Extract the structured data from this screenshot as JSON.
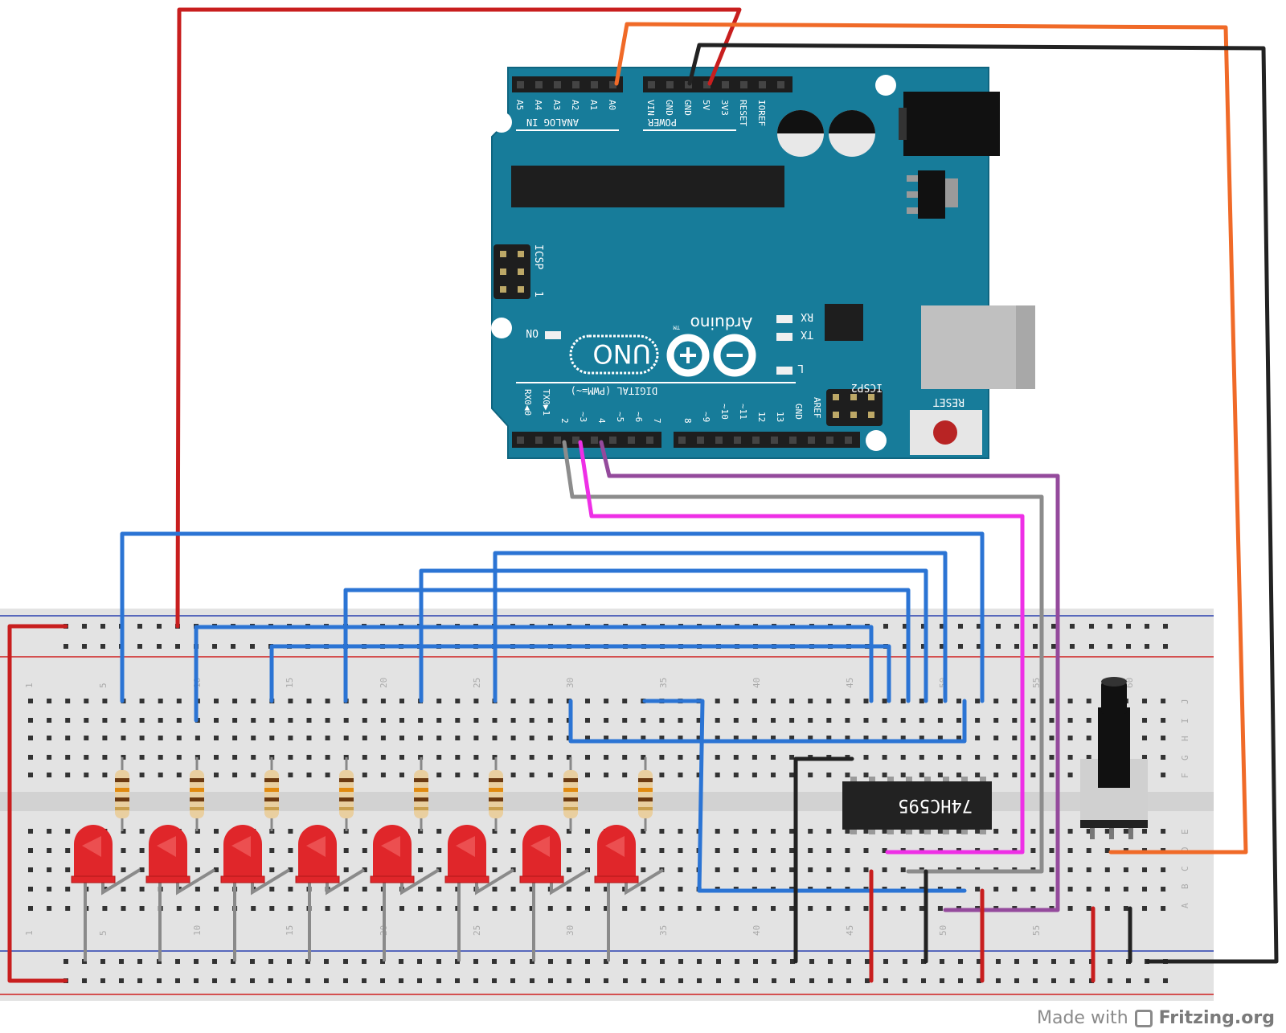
{
  "board": {
    "analog_pins": [
      "A5",
      "A4",
      "A3",
      "A2",
      "A1",
      "A0"
    ],
    "analog_header": "ANALOG IN",
    "power_pins": [
      "VIN",
      "GND",
      "GND",
      "5V",
      "3V3",
      "RESET",
      "IOREF"
    ],
    "power_header": "POWER",
    "icsp_label": "ICSP",
    "icsp_pin1": "1",
    "on_label": "ON",
    "uno_label": "UNO",
    "brand_label": "Arduino",
    "tm_label": "TM",
    "rx_label": "RX",
    "tx_label": "TX",
    "l_label": "L",
    "icsp2_label": "ICSP2",
    "reset_label": "RESET",
    "digital_header": "DIGITAL (PWM=~)",
    "digital_pins": [
      "RX0◀0",
      "TX0▶1",
      "2",
      "~3",
      "4",
      "~5",
      "~6",
      "7",
      "8",
      "~9",
      "~10",
      "~11",
      "12",
      "13",
      "GND",
      "AREF"
    ]
  },
  "chip": {
    "label": "74HC595"
  },
  "breadboard": {
    "column_numbers": [
      "1",
      "5",
      "10",
      "15",
      "20",
      "25",
      "30",
      "35",
      "40",
      "45",
      "50",
      "55",
      "60"
    ],
    "top_row_letters": [
      "J",
      "I",
      "H",
      "G",
      "F"
    ],
    "bottom_row_letters": [
      "E",
      "D",
      "C",
      "B",
      "A"
    ]
  },
  "components": {
    "led_count": 8,
    "resistor_count": 8,
    "led_color": "#e0262a",
    "resistor_color": "#e9cfa0"
  },
  "wire_colors": {
    "red": "#c81e1e",
    "orange": "#f06a28",
    "black": "#222222",
    "blue": "#2b74d4",
    "gray": "#8c8c8c",
    "magenta": "#ee2fe6",
    "purple": "#944a9c"
  },
  "colors": {
    "board": "#177c9a",
    "breadboard": "#e3e3e3"
  },
  "watermark": {
    "made_with": "Made with",
    "brand": "Fritzing.org"
  }
}
